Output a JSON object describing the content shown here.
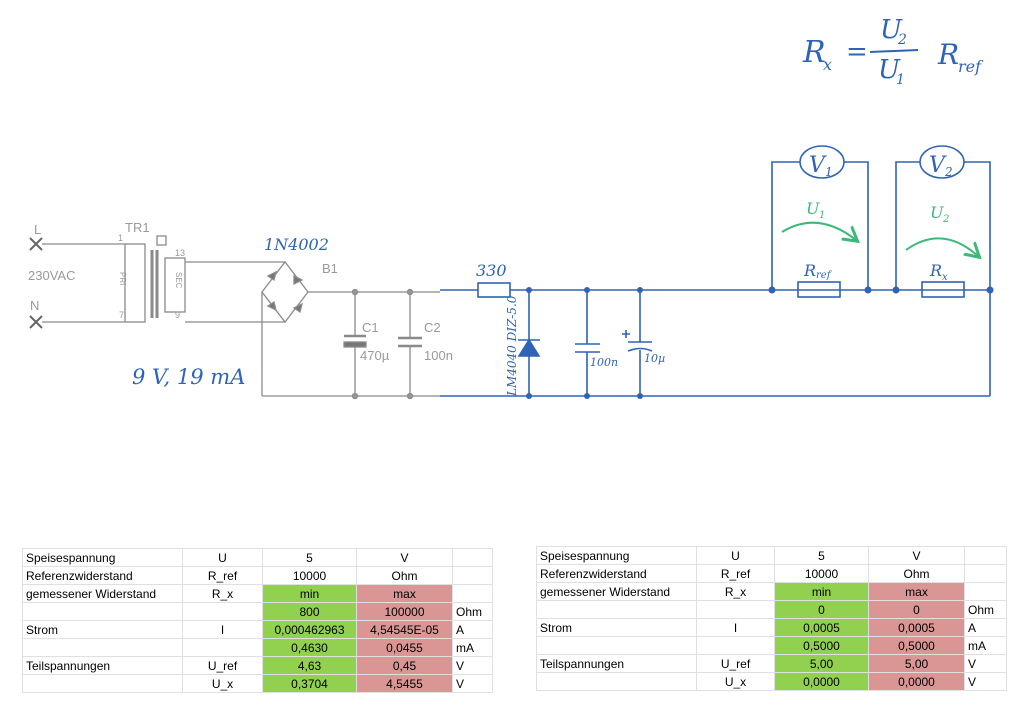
{
  "formula": {
    "lhs": "R",
    "lhs_sub": "x",
    "eq": "=",
    "num": "U",
    "num_sub": "2",
    "den": "U",
    "den_sub": "1",
    "ref": "R",
    "ref_sub": "ref"
  },
  "circuit": {
    "terminal_L": "L",
    "terminal_N": "N",
    "mains": "230VAC",
    "transformer": "TR1",
    "pin1": "1",
    "pin7": "7",
    "pin13": "13",
    "pin9": "9",
    "pri": "PRI",
    "sec": "SEC",
    "bridge": "B1",
    "bridge_part": "1N4002",
    "c1": "C1",
    "c1_value": "470µ",
    "c2": "C2",
    "c2_value": "100n",
    "series_resistor": "330",
    "reference_ic": "LM4040 DIZ-5.0",
    "cap_100n": "100n",
    "cap_10u": "10µ",
    "transformer_rating": "9 V, 19 mA",
    "v1": "V",
    "v1_sub": "1",
    "v2": "V",
    "v2_sub": "2",
    "u1": "U",
    "u1_sub": "1",
    "u2": "U",
    "u2_sub": "2",
    "rref": "R",
    "rref_sub": "ref",
    "rx": "R",
    "rx_sub": "x"
  },
  "colors": {
    "ink": "#2f63b5",
    "arrow": "#3cb878",
    "green_cell": "#92d050",
    "red_cell": "#da9694"
  },
  "tables": [
    {
      "rows": [
        [
          "Speisespannung",
          "U",
          "5",
          "V",
          ""
        ],
        [
          "Referenzwiderstand",
          "R_ref",
          "10000",
          "Ohm",
          ""
        ],
        [
          "gemessener Widerstand",
          "R_x",
          "min",
          "max",
          ""
        ],
        [
          "",
          "",
          "800",
          "100000",
          "Ohm"
        ],
        [
          "Strom",
          "I",
          "0,000462963",
          "4,54545E-05",
          "A"
        ],
        [
          "",
          "",
          "0,4630",
          "0,0455",
          "mA"
        ],
        [
          "Teilspannungen",
          "U_ref",
          "4,63",
          "0,45",
          "V"
        ],
        [
          "",
          "U_x",
          "0,3704",
          "4,5455",
          "V"
        ]
      ]
    },
    {
      "rows": [
        [
          "Speisespannung",
          "U",
          "5",
          "V",
          ""
        ],
        [
          "Referenzwiderstand",
          "R_ref",
          "10000",
          "Ohm",
          ""
        ],
        [
          "gemessener Widerstand",
          "R_x",
          "min",
          "max",
          ""
        ],
        [
          "",
          "",
          "0",
          "0",
          "Ohm"
        ],
        [
          "Strom",
          "I",
          "0,0005",
          "0,0005",
          "A"
        ],
        [
          "",
          "",
          "0,5000",
          "0,5000",
          "mA"
        ],
        [
          "Teilspannungen",
          "U_ref",
          "5,00",
          "5,00",
          "V"
        ],
        [
          "",
          "U_x",
          "0,0000",
          "0,0000",
          "V"
        ]
      ]
    }
  ]
}
